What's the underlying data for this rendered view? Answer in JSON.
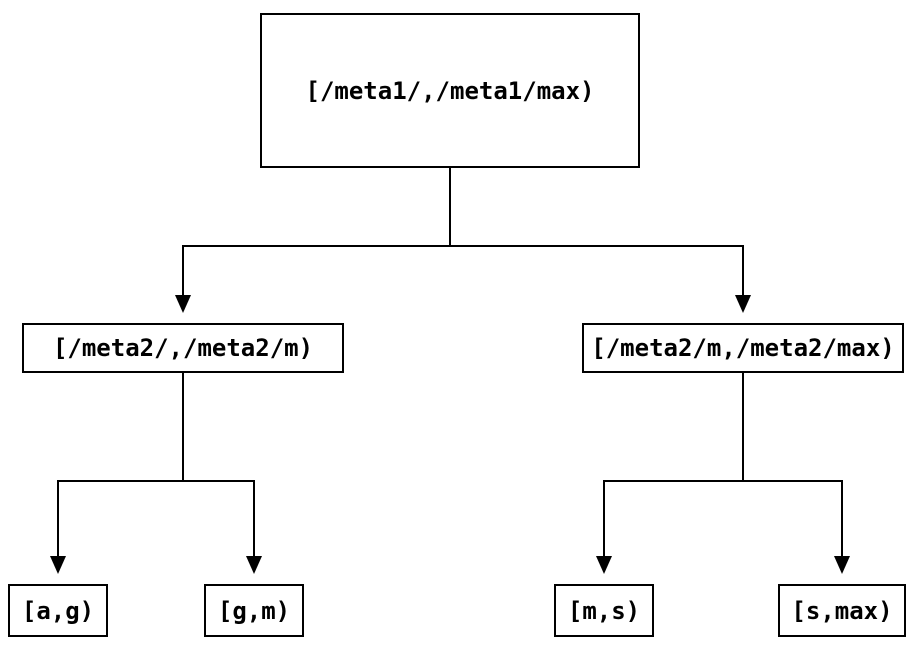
{
  "diagram": {
    "type": "tree",
    "description": "Range partition tree with elbow connectors and downward arrowheads",
    "nodes": {
      "root": {
        "label": "[/meta1/,/meta1/max)"
      },
      "left": {
        "label": "[/meta2/,/meta2/m)"
      },
      "right": {
        "label": "[/meta2/m,/meta2/max)"
      },
      "leaf_ag": {
        "label": "[a,g)"
      },
      "leaf_gm": {
        "label": "[g,m)"
      },
      "leaf_ms": {
        "label": "[m,s)"
      },
      "leaf_smax": {
        "label": "[s,max)"
      }
    },
    "edges": [
      {
        "from": "root",
        "to": "left"
      },
      {
        "from": "root",
        "to": "right"
      },
      {
        "from": "left",
        "to": "leaf_ag"
      },
      {
        "from": "left",
        "to": "leaf_gm"
      },
      {
        "from": "right",
        "to": "leaf_ms"
      },
      {
        "from": "right",
        "to": "leaf_smax"
      }
    ],
    "colors": {
      "line": "#000000",
      "box_border": "#000000",
      "text": "#000000",
      "background": "#ffffff"
    }
  }
}
